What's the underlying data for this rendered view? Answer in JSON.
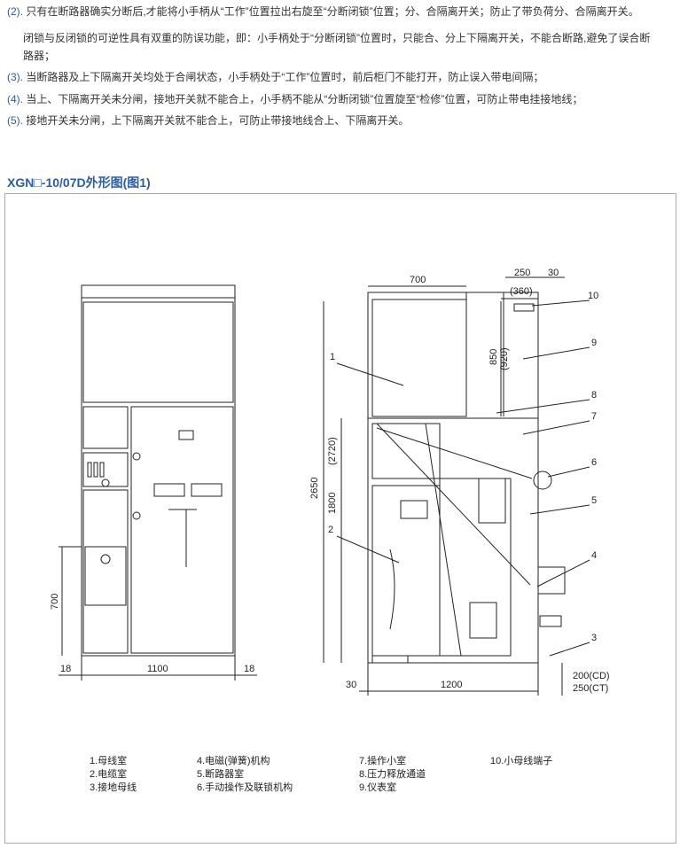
{
  "paragraphs": [
    {
      "num": "(2).",
      "lines": [
        "只有在断路器确实分断后,才能将小手柄从“工作”位置拉出右旋至“分断闭锁”位置；分、合隔离开关；防止了带负荷分、合隔离开关。",
        "闭锁与反闭锁的可逆性具有双重的防误功能，即：小手柄处于“分断闭锁”位置时，只能合、分上下隔离开关，不能合断路,避免了误合断",
        "路器；"
      ]
    },
    {
      "num": "(3).",
      "lines": [
        "当断路器及上下隔离开关均处于合闸状态，小手柄处于“工作”位置时，前后柜门不能打开，防止误入带电间隔；"
      ]
    },
    {
      "num": "(4).",
      "lines": [
        "当上、下隔离开关未分闸，接地开关就不能合上，小手柄不能从“分断闭锁”位置旋至“检修”位置，可防止带电挂接地线；"
      ]
    },
    {
      "num": "(5).",
      "lines": [
        "接地开关未分闸，上下隔离开关就不能合上，可防止带接地线合上、下隔离开关。"
      ]
    }
  ],
  "figure_title": "XGN□-10/07D外形图(图1)",
  "dims": {
    "w700": "700",
    "w250": "250",
    "w30": "30",
    "w360": "(360)",
    "h850": "850",
    "h920": "(920)",
    "h2650": "2650",
    "h1800": "1800",
    "h2720": "(2720)",
    "w1200": "1200",
    "w30b": "30",
    "d200": "200(CD)",
    "d250": "250(CT)",
    "l700": "700",
    "l18a": "18",
    "l1100": "1100",
    "l18b": "18"
  },
  "callouts": [
    "1",
    "2",
    "3",
    "4",
    "5",
    "6",
    "7",
    "8",
    "9",
    "10"
  ],
  "legend": [
    [
      "1.母线室",
      "2.电缆室",
      "3.接地母线"
    ],
    [
      "4.电磁(弹簧)机构",
      "5.断路器室",
      "6.手动操作及联锁机构"
    ],
    [
      "7.操作小室",
      "8.压力释放通道",
      "9.仪表室"
    ],
    [
      "10.小母线端子"
    ]
  ]
}
